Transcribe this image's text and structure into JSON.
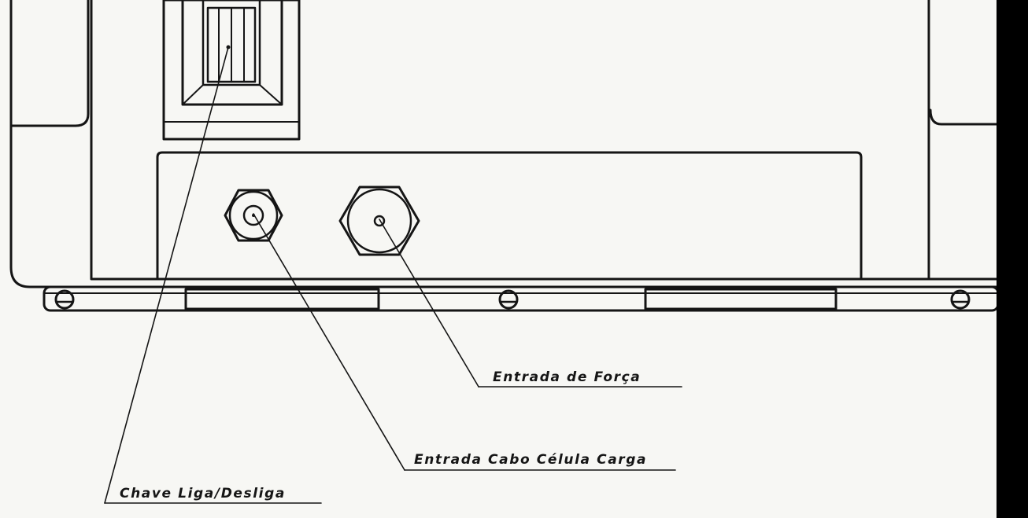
{
  "labels": {
    "power_inlet": "Entrada de Força",
    "load_cell_cable_inlet": "Entrada Cabo Célula Carga",
    "on_off_switch": "Chave Liga/Desliga"
  },
  "colors": {
    "ink": "#151515",
    "paper": "#f7f7f4",
    "border": "#000000"
  }
}
